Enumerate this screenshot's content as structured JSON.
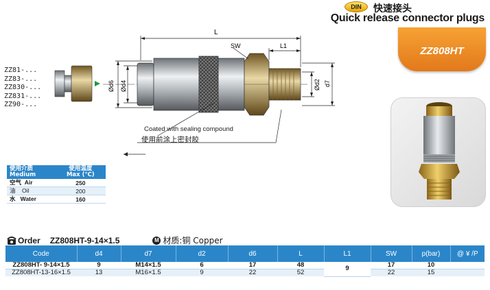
{
  "header": {
    "din_badge": "DIN",
    "title_cn": "快速接头",
    "title_en": "Quick release connector plugs"
  },
  "model_tab": {
    "label": "ZZ808HT"
  },
  "refs": [
    "ZZ81-...",
    "ZZ83-...",
    "ZZ830-...",
    "ZZ831-...",
    "ZZ90-..."
  ],
  "dimensions": {
    "L": "L",
    "SW": "SW",
    "L1": "L1",
    "d6": "Ød6",
    "d4": "Ød4",
    "d2": "Ød2",
    "d7": "d7"
  },
  "notes": {
    "coat_en": "Coated with sealing compound",
    "coat_cn": "使用前涂上密封胶"
  },
  "medium_table": {
    "head_medium_cn": "使用介质",
    "head_medium_en": "Medium",
    "head_temp_cn": "使用温度",
    "head_temp_en": "Max (℃)",
    "rows": [
      {
        "cn": "空气",
        "en": "Air",
        "val": "250"
      },
      {
        "cn": "油",
        "en": "Oil",
        "val": "200"
      },
      {
        "cn": "水",
        "en": "Water",
        "val": "160"
      }
    ]
  },
  "order": {
    "label": "Order",
    "code": "ZZ808HT-9-14×1.5",
    "material_icon": "M",
    "material": "材质:铜 Copper"
  },
  "spec_table": {
    "headers": [
      "Code",
      "d4",
      "d7",
      "d2",
      "d6",
      "L",
      "L1",
      "SW",
      "p(bar)",
      "@ ¥ /P"
    ],
    "rows": [
      {
        "code": "ZZ808HT- 9-14×1.5",
        "d4": "9",
        "d7": "M14×1.5",
        "d2": "6",
        "d6": "17",
        "L": "48",
        "SW": "17",
        "p": "10",
        "price": ""
      },
      {
        "code": "ZZ808HT-13-16×1.5",
        "d4": "13",
        "d7": "M16×1.5",
        "d2": "9",
        "d6": "22",
        "L": "52",
        "SW": "22",
        "p": "15",
        "price": ""
      }
    ],
    "L1_merged": "9"
  }
}
